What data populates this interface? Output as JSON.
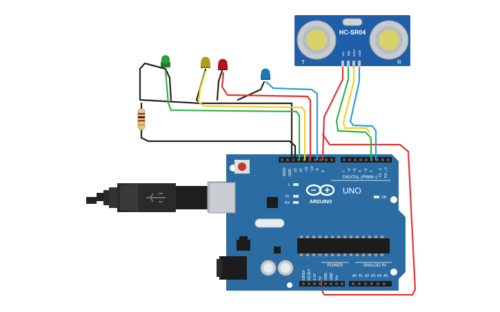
{
  "sensor": {
    "model": "HC-SR04",
    "side_left": "T",
    "side_right": "R",
    "pins": [
      "Vcc",
      "Trig",
      "Echo",
      "Gnd"
    ]
  },
  "board": {
    "brand": "ARDUINO",
    "model": "UNO",
    "digital_label": "DIGITAL (PWM~)",
    "power_label": "POWER",
    "analog_label": "ANALOG IN",
    "on_label": "ON",
    "led_l": "L",
    "led_tx": "TX",
    "led_rx": "RX",
    "digital_pins": [
      "AREF",
      "GND",
      "13",
      "12",
      "~11",
      "~10",
      "~9",
      "8",
      "7",
      "~6",
      "~5",
      "4",
      "~3",
      "2",
      "TX→1",
      "RX←0"
    ],
    "power_pins": [
      "IOREF",
      "RESET",
      "3.3V",
      "5V",
      "GND",
      "GND",
      "Vin"
    ],
    "analog_pins": [
      "A0",
      "A1",
      "A2",
      "A3",
      "A4",
      "A5"
    ]
  },
  "leds": [
    {
      "name": "green",
      "color": "#2e9e3a"
    },
    {
      "name": "yellow",
      "color": "#b59a1c"
    },
    {
      "name": "red",
      "color": "#b5121b"
    },
    {
      "name": "blue",
      "color": "#1f77b4"
    }
  ],
  "colors": {
    "board": "#2b6ca3",
    "sensor": "#1f5ea8",
    "wire_red": "#e03131",
    "wire_green": "#2fb344",
    "wire_yellow": "#f2d21b",
    "wire_blue": "#2a9fd6",
    "wire_black": "#222222"
  }
}
